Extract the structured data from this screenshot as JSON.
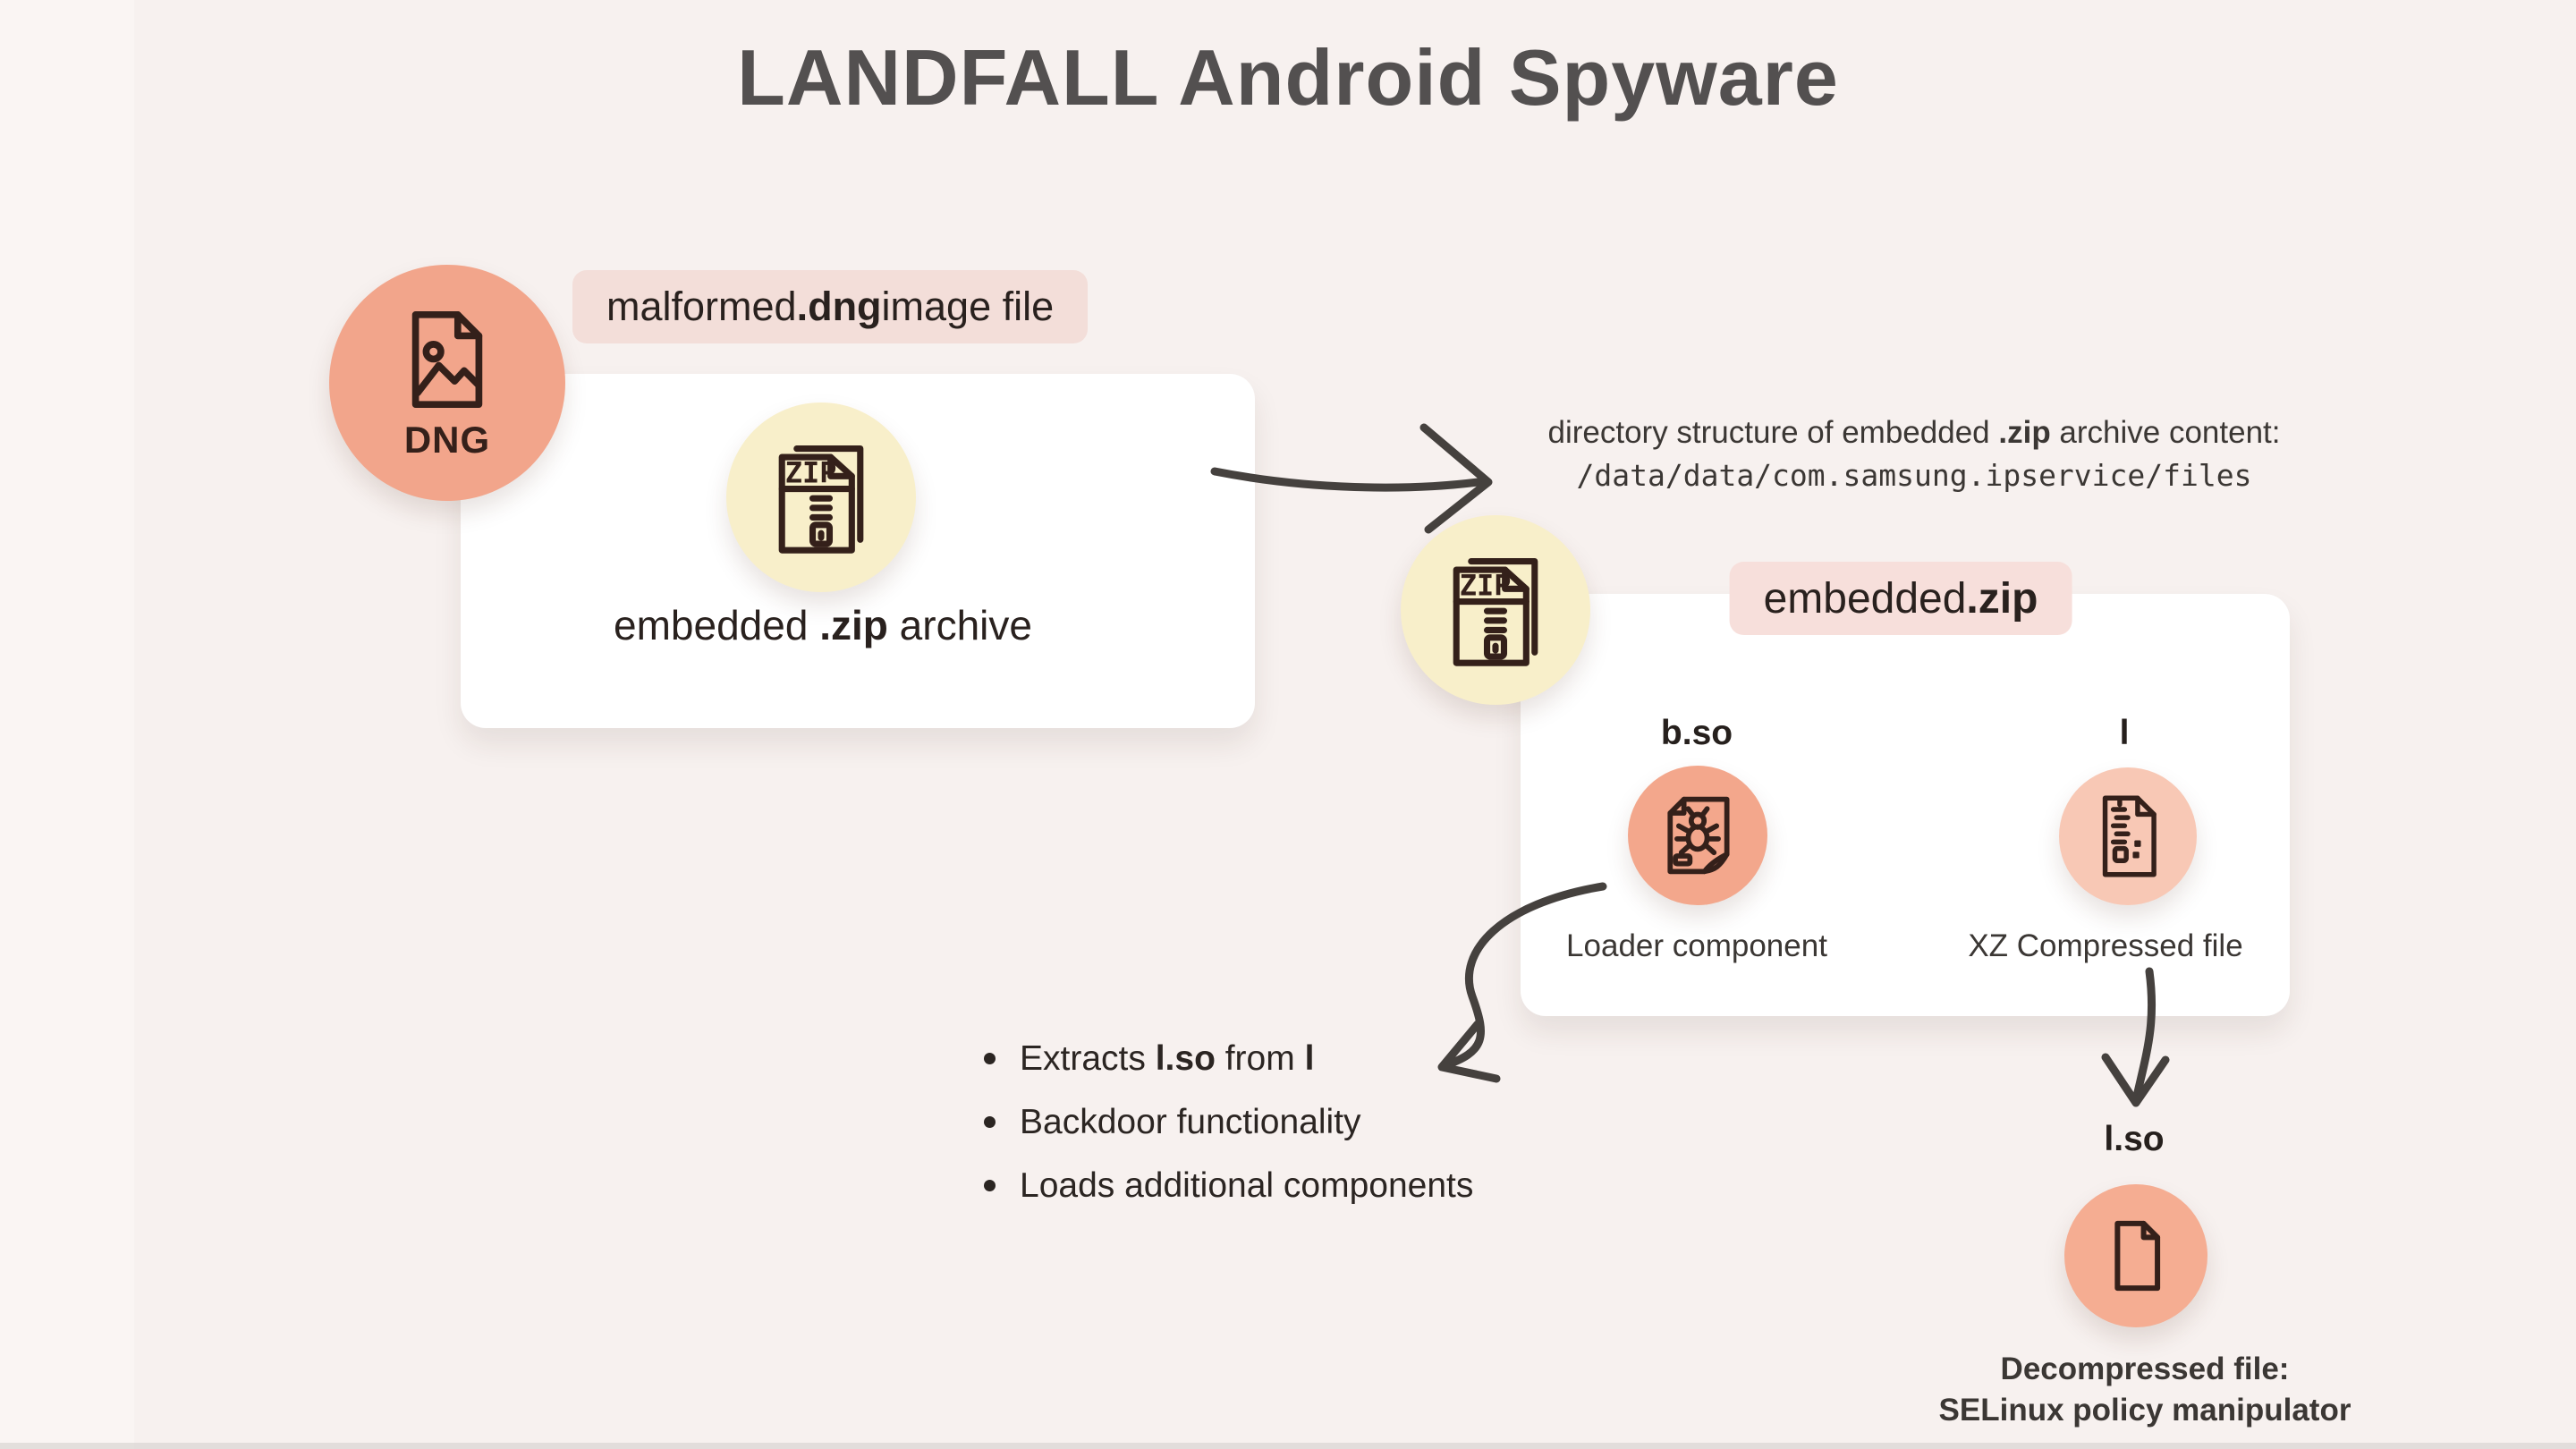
{
  "title": "LANDFALL Android Spyware",
  "dng": {
    "badge": "DNG",
    "pill_segments": [
      {
        "t": "malformed ",
        "b": false
      },
      {
        "t": ".dng",
        "b": true
      },
      {
        "t": " image file",
        "b": false
      }
    ]
  },
  "card1": {
    "caption_segments": [
      {
        "t": "embedded ",
        "b": false
      },
      {
        "t": ".zip",
        "b": true
      },
      {
        "t": " archive",
        "b": false
      }
    ]
  },
  "dir_note": {
    "line1_segments": [
      {
        "t": "directory structure of embedded ",
        "b": false
      },
      {
        "t": ".zip",
        "b": true
      },
      {
        "t": " archive content:",
        "b": false
      }
    ],
    "line2": "/data/data/com.samsung.ipservice/files"
  },
  "card2": {
    "pill_segments": [
      {
        "t": "embedded ",
        "b": false
      },
      {
        "t": ".zip",
        "b": true
      }
    ],
    "loader": {
      "file": "b.so",
      "caption": "Loader component"
    },
    "xz": {
      "file": "l",
      "caption": "XZ Compressed file"
    }
  },
  "bullets": [
    {
      "segments": [
        {
          "t": "Extracts ",
          "b": false
        },
        {
          "t": "l.so",
          "b": true
        },
        {
          "t": " from ",
          "b": false
        },
        {
          "t": "l",
          "b": true
        }
      ]
    },
    {
      "segments": [
        {
          "t": "Backdoor functionality",
          "b": false
        }
      ]
    },
    {
      "segments": [
        {
          "t": "Loads additional components",
          "b": false
        }
      ]
    }
  ],
  "lso": {
    "file": "l.so",
    "caption_line1": "Decompressed file:",
    "caption_line2": "SELinux policy manipulator"
  },
  "icons": {
    "dng_circle": "image-file-icon",
    "zip_circles": "zip-file-icon",
    "loader_circle": "malware-file-icon",
    "xz_circle": "xz-compressed-file-icon",
    "lso_circle": "file-icon",
    "zip_icon_text": "ZIP"
  },
  "colors": {
    "bg": "#f7f1ef",
    "bg-left": "#faf5f3",
    "card": "#ffffff",
    "salmon": "#f2a58b",
    "salmon-loader": "#f3a78c",
    "pink-light": "#f8c8b5",
    "salmon-lso": "#f5ad92",
    "yellow": "#f8efca",
    "pill-pink": "#f3ded9",
    "pill-pink2": "#f7dfdb",
    "title": "#535050",
    "text": "#29211e",
    "muted": "#3b3734",
    "arrow": "#45413e",
    "icon-stroke": "#34201a"
  }
}
